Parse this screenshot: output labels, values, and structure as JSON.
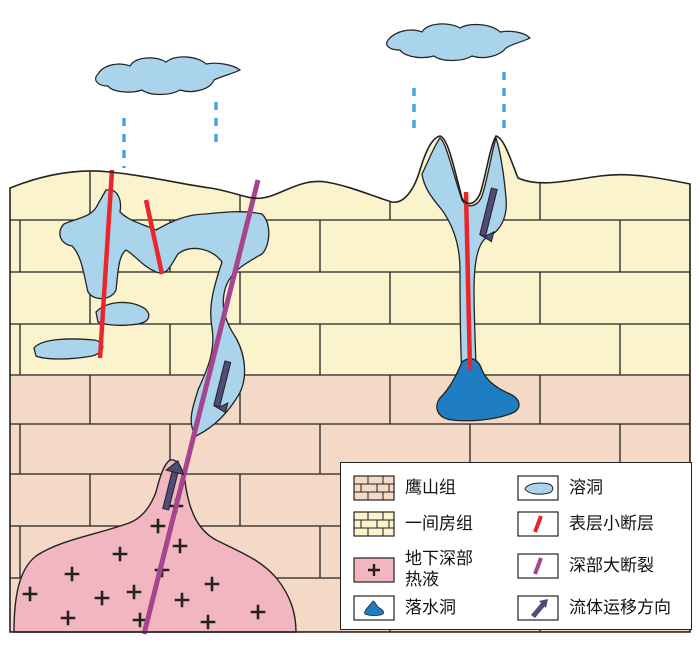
{
  "colors": {
    "yishan_formation": "#f4d9c6",
    "yijianfang_formation": "#fbf3cc",
    "hydrothermal_fluid": "#f1b6bf",
    "karst_cave": "#aad4ec",
    "sinkhole": "#1f7ec2",
    "surface_small_fault": "#e8262c",
    "deep_large_fault": "#a6458e",
    "fluid_direction": "#4f4c78",
    "rain": "#3aa8e0",
    "outline": "#222222"
  },
  "legend": {
    "items": [
      {
        "key": "yishan",
        "label": "鹰山组",
        "icon": "brick-swatch-pink"
      },
      {
        "key": "yijianfang",
        "label": "一间房组",
        "icon": "brick-swatch-yellow"
      },
      {
        "key": "hydrothermal",
        "label": "地下深部\n热液",
        "icon": "plus-swatch"
      },
      {
        "key": "sinkhole",
        "label": "落水洞",
        "icon": "sinkhole-swatch"
      },
      {
        "key": "cave",
        "label": "溶洞",
        "icon": "cave-swatch"
      },
      {
        "key": "surface_fault",
        "label": "表层小断层",
        "icon": "red-bar-swatch"
      },
      {
        "key": "deep_fault",
        "label": "深部大断裂",
        "icon": "purple-bar-swatch"
      },
      {
        "key": "fluid_flow",
        "label": "流体运移方向",
        "icon": "arrow-swatch"
      }
    ]
  }
}
